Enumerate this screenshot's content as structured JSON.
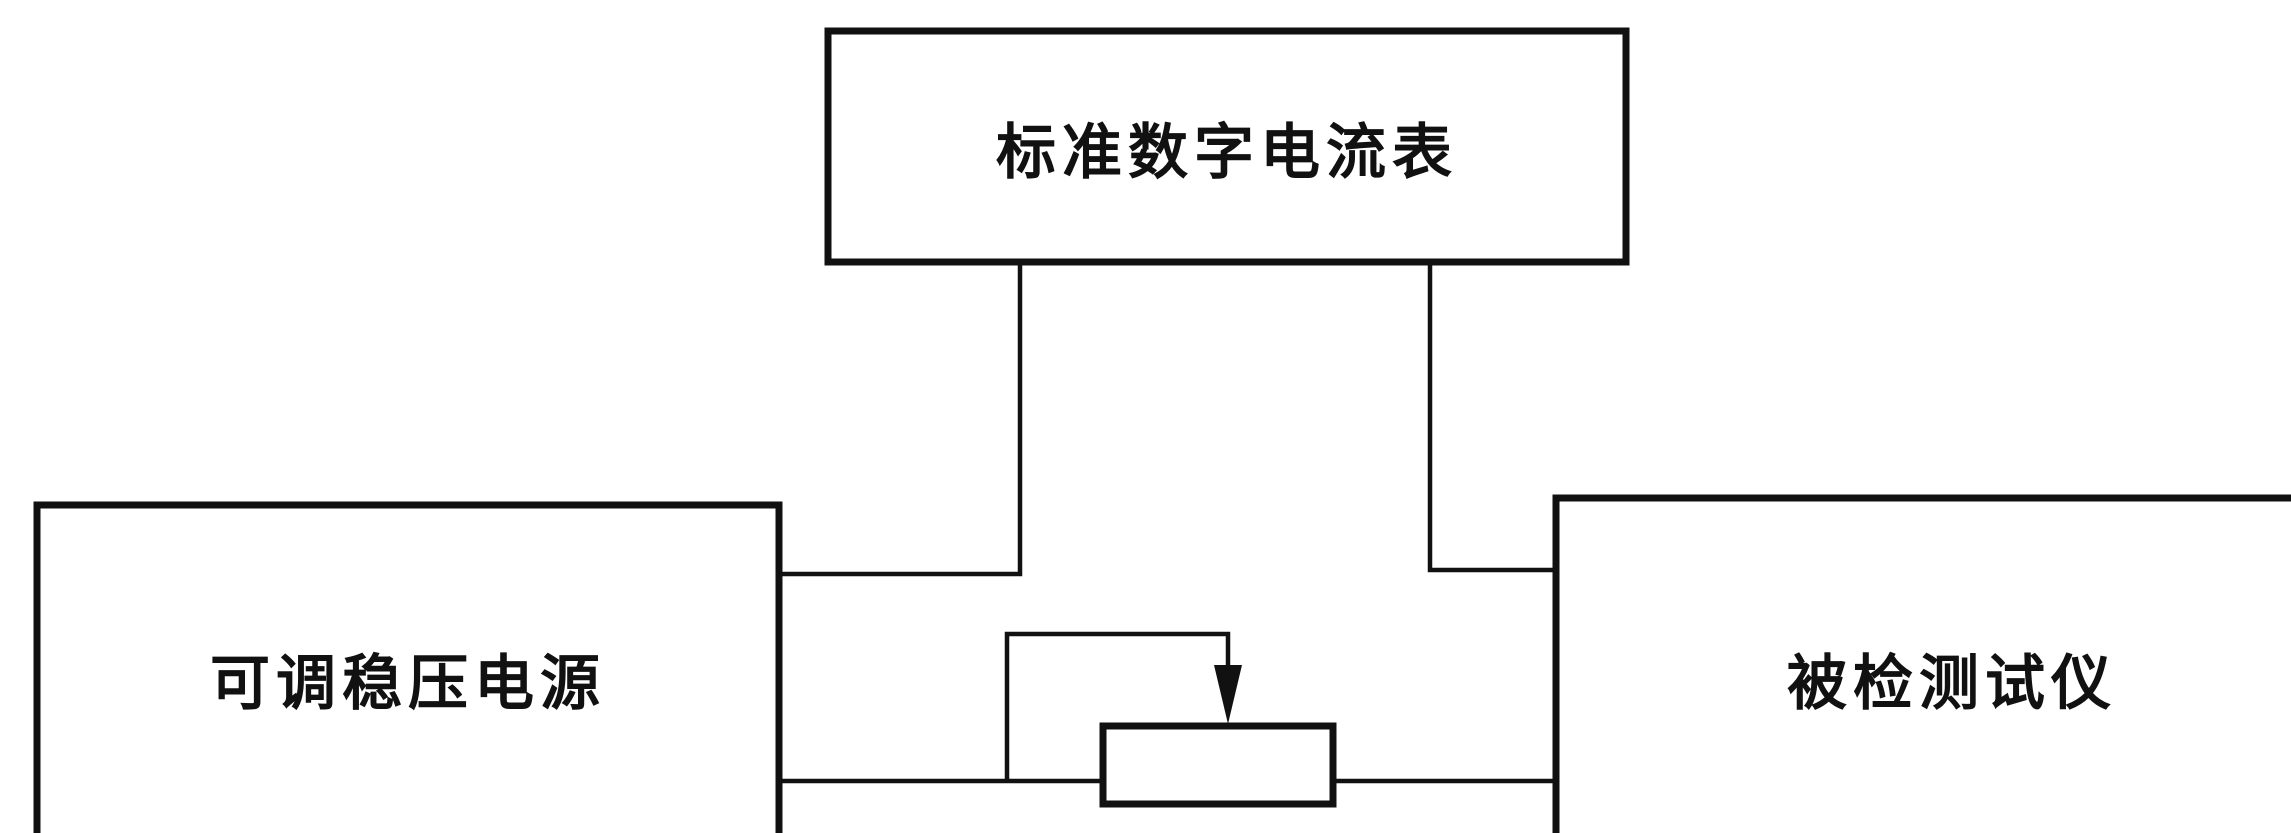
{
  "diagram": {
    "boxes": {
      "ammeter": "标准数字电流表",
      "power_supply": "可调稳压电源",
      "device_under_test": "被检测试仪"
    }
  }
}
